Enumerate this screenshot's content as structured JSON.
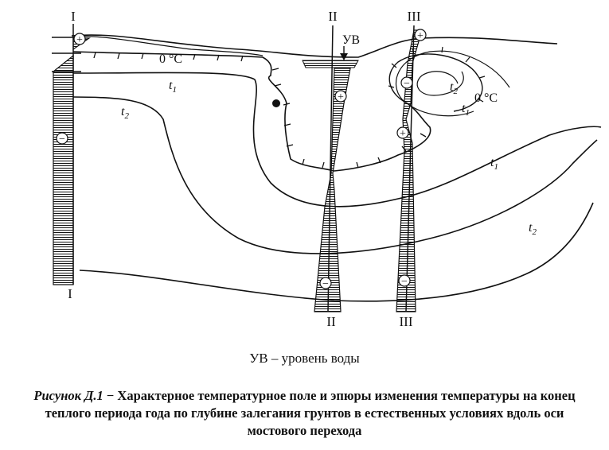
{
  "figure": {
    "sections": {
      "s1": "I",
      "s2": "II",
      "s3": "III"
    },
    "water_level_label": "УВ",
    "zero_isotherm_label_left": "0 °C",
    "zero_isotherm_label_right": "0 °C",
    "isotherm_t1": "t",
    "isotherm_t2": "t",
    "sub_1": "1",
    "sub_2": "2",
    "plus_sign": "+",
    "minus_sign": "−"
  },
  "legend": "УВ – уровень воды",
  "caption": {
    "label": "Рисунок Д.1",
    "dash": " − ",
    "text": "Характерное температурное поле и эпюры изменения температуры на конец теплого периода года по глубине залегания грунтов в естественных условиях вдоль оси мостового перехода"
  }
}
